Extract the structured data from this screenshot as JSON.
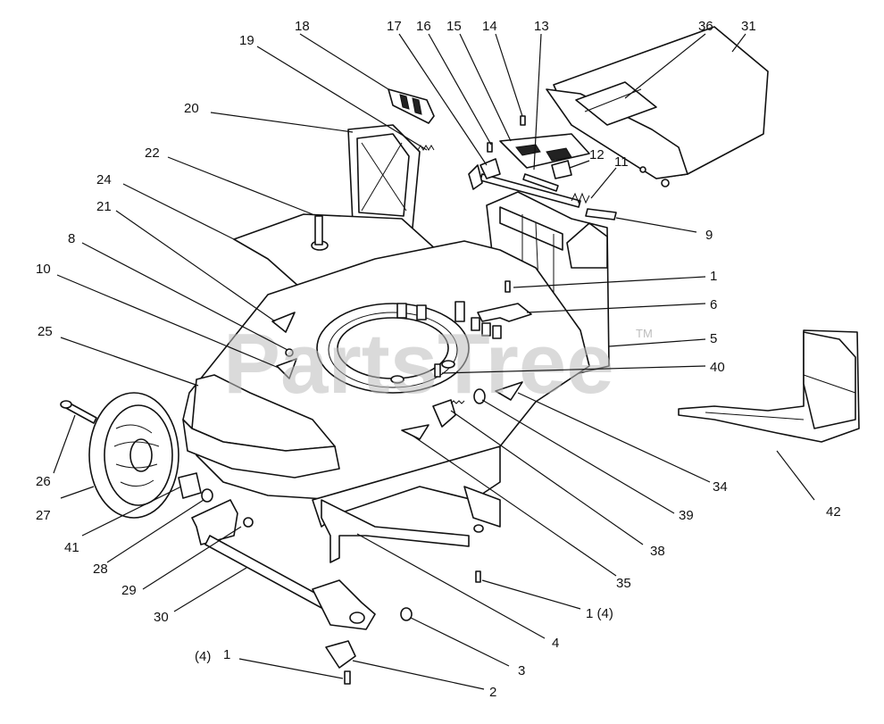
{
  "diagram": {
    "watermark": "PartsTree",
    "watermark_tm": "TM",
    "callouts": {
      "c1_top": "1",
      "c1_mid": "1 (4)",
      "c1_bot": "1",
      "qty_bot": "(4)",
      "c2": "2",
      "c3": "3",
      "c4": "4",
      "c5": "5",
      "c6": "6",
      "c8": "8",
      "c9": "9",
      "c10": "10",
      "c11": "11",
      "c12": "12",
      "c13": "13",
      "c14": "14",
      "c15": "15",
      "c16": "16",
      "c17": "17",
      "c18": "18",
      "c19": "19",
      "c20": "20",
      "c21": "21",
      "c22": "22",
      "c24": "24",
      "c25": "25",
      "c26": "26",
      "c27": "27",
      "c28": "28",
      "c29": "29",
      "c30": "30",
      "c31": "31",
      "c34": "34",
      "c35": "35",
      "c36": "36",
      "c38": "38",
      "c39": "39",
      "c40": "40",
      "c41": "41",
      "c42": "42"
    }
  }
}
